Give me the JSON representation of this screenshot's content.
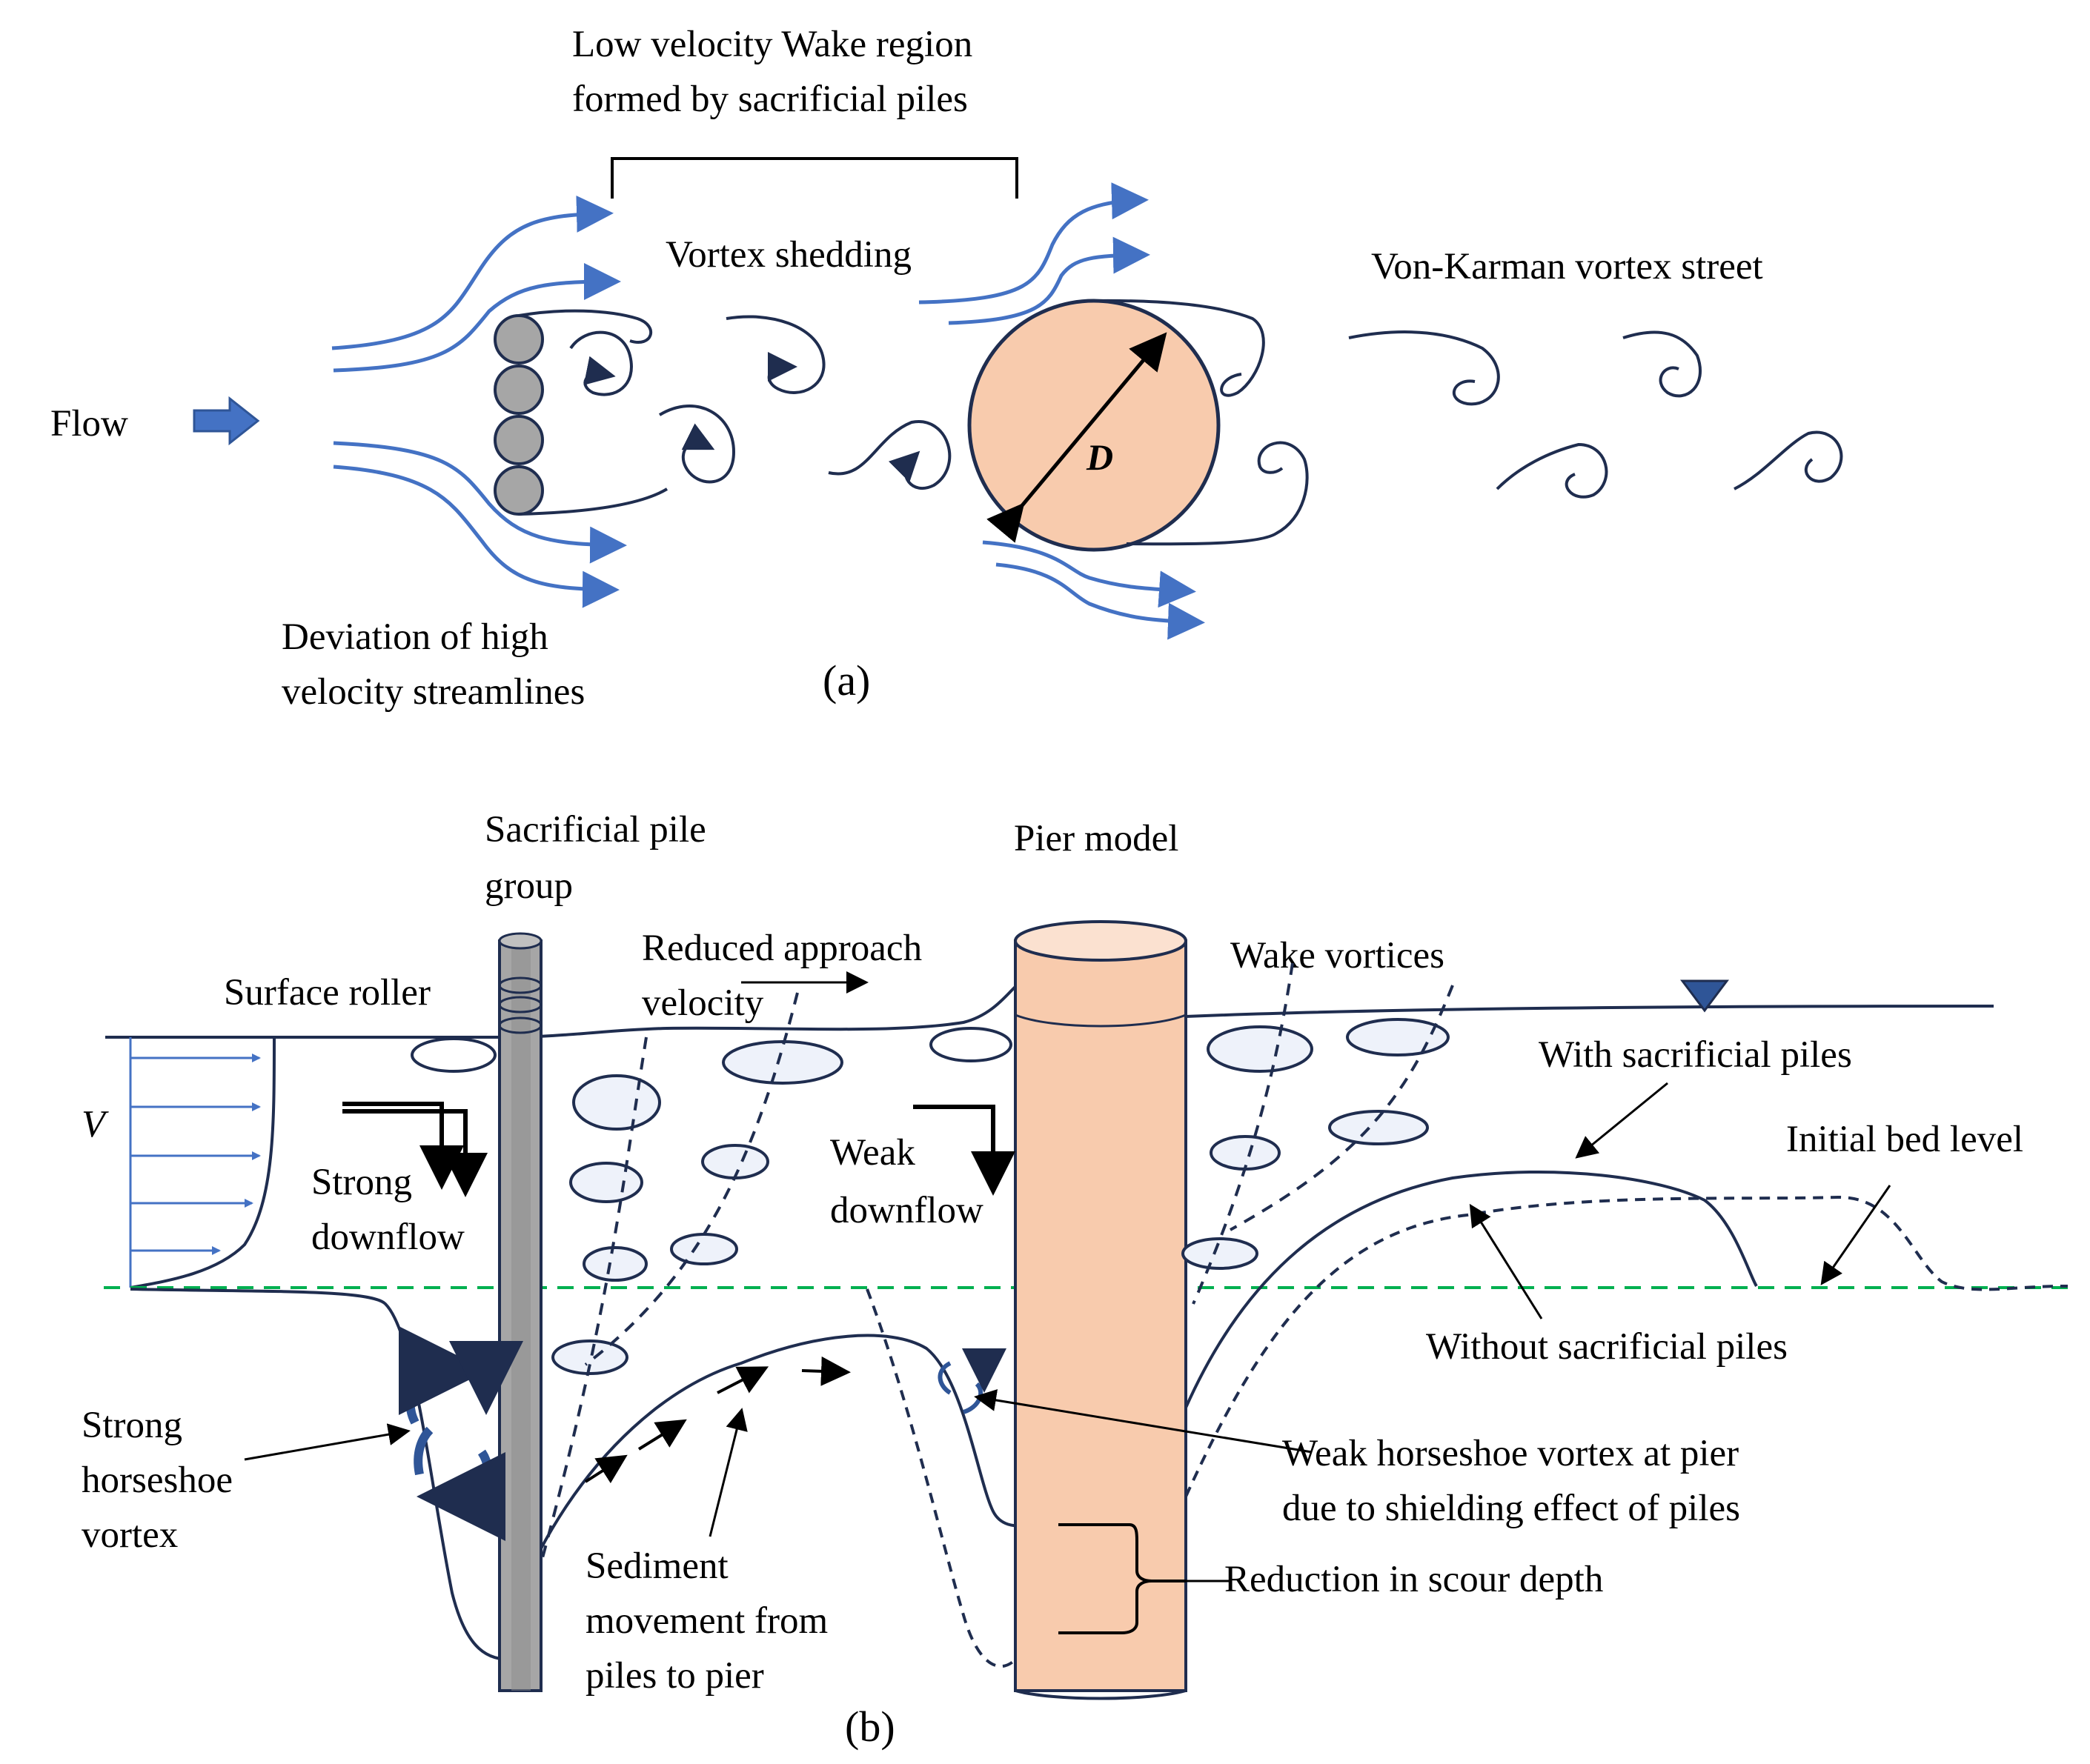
{
  "colors": {
    "streamline": "#4472C4",
    "outline": "#1F2D4F",
    "pile_fill": "#A6A6A6",
    "pile_dark": "#595959",
    "pier_fill": "#F8CBAD",
    "pier_top": "#FBE1D0",
    "water_arrow": "#2F5597",
    "vortex_fill": "#EEF2FA",
    "bed_line": "#00B050"
  },
  "panel_a": {
    "wake_label_line1": "Low velocity Wake region",
    "wake_label_line2": "formed by sacrificial piles",
    "vortex_shedding": "Vortex  shedding",
    "von_karman": "Von-Karman  vortex street",
    "flow": "Flow",
    "diameter_symbol": "D",
    "deviation_line1": "Deviation of high",
    "deviation_line2": "velocity streamlines",
    "caption": "(a)"
  },
  "panel_b": {
    "sacrificial_line1": "Sacrificial pile",
    "sacrificial_line2": "group",
    "pier_model": "Pier model",
    "reduced_line1": "Reduced approach",
    "reduced_line2": "velocity",
    "wake_vortices": "Wake  vortices",
    "surface_roller": "Surface roller",
    "velocity_symbol": "V",
    "strong_downflow_line1": "Strong",
    "strong_downflow_line2": "downflow",
    "weak_downflow_line1": "Weak",
    "weak_downflow_line2": "downflow",
    "with_piles": "With sacrificial piles",
    "initial_bed": "Initial bed level",
    "without_piles": "Without sacrificial piles",
    "strong_hv_line1": "Strong",
    "strong_hv_line2": "horseshoe",
    "strong_hv_line3": "vortex",
    "weak_hv_line1": "Weak  horseshoe vortex at pier",
    "weak_hv_line2": "due to shielding effect of piles",
    "sediment_line1": "Sediment",
    "sediment_line2": "movement from",
    "sediment_line3": "piles to pier",
    "reduction": "Reduction in scour depth",
    "caption": "(b)"
  }
}
